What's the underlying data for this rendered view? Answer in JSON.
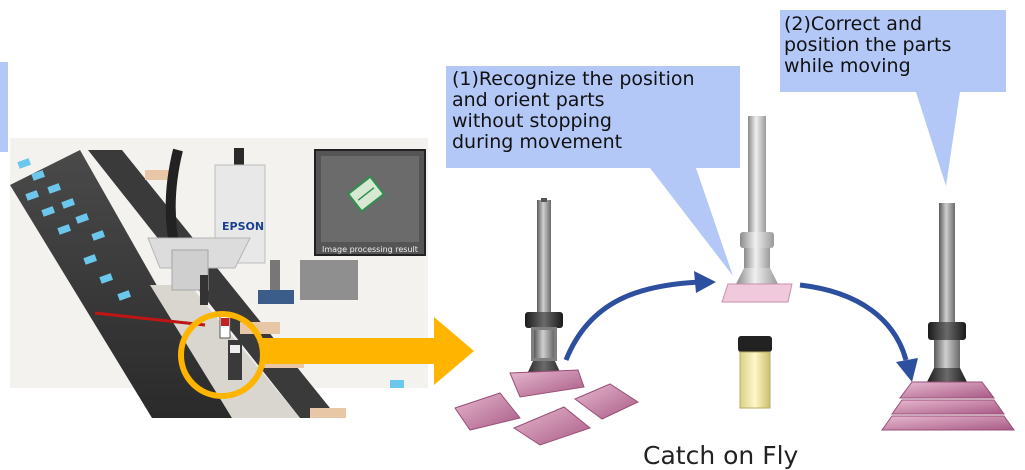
{
  "photo": {
    "brand": "EPSON",
    "inset_label": "Image processing result"
  },
  "callouts": {
    "step1": "(1)Recognize the position\n   and orient parts\n   without stopping\n   during movement",
    "step2": "(2)Correct and\n   position the parts\n   while moving"
  },
  "caption": "Catch on Fly",
  "colors": {
    "callout_fill": "#b4c8f8",
    "arrow_orange": "#ffb400",
    "arrow_blue": "#2d4f9f",
    "part_pink": "#c07aa0",
    "column_gray": "#8e8e8e"
  }
}
